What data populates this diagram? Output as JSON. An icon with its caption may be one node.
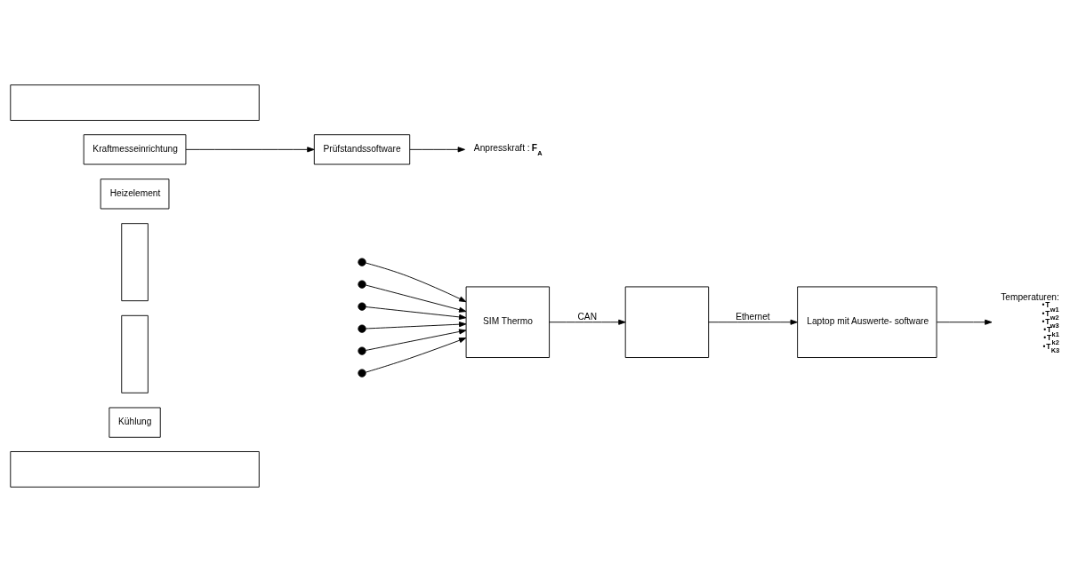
{
  "diagram": {
    "nodes": [
      {
        "text": [],
        "shape": "box"
      },
      {
        "text": [
          "Kraftmesseinrichtung"
        ]
      },
      {
        "text": [
          "Prüfstandssoftware"
        ]
      },
      {
        "text": [
          "Anpresskraft : **F$_{A}$**"
        ]
      },
      {
        "text": [
          "Heizelement"
        ]
      },
      {
        "text": [],
        "shape": "box"
      },
      {
        "text": [],
        "shape": "box"
      },
      {
        "text": [],
        "shape": "circle"
      },
      {
        "text": [],
        "shape": "circle"
      },
      {
        "text": [],
        "shape": "circle"
      },
      {
        "text": [],
        "shape": "circle"
      },
      {
        "text": [],
        "shape": "circle"
      },
      {
        "text": [],
        "shape": "circle"
      },
      {
        "text": [
          "SIM Thermo"
        ]
      },
      {
        "text": [],
        "shape": "box"
      },
      {
        "text": [
          "Laptop mit Auswerte- software"
        ]
      },
      {
        "text": [
          "Temperaturen:"
        ],
        "beside": [
          "•**T$_{w1}$**",
          "•**T$_{w2}$**",
          "•**T$_{w3}$**",
          "•**T$_{k1}$**",
          "•**T$_{k2}$**",
          "•**T$_{K3}$**"
        ]
      },
      {
        "text": [
          "Kühlung"
        ]
      },
      {
        "text": [],
        "shape": "box"
      }
    ],
    "edges": [
      {
        "from": 1,
        "to": 2,
        "arrow": "to"
      },
      {
        "from": 2,
        "to": 3,
        "arrow": "to"
      },
      {
        "from": 7,
        "to": 13,
        "arrow": "to"
      },
      {
        "from": 8,
        "to": 13,
        "arrow": "to"
      },
      {
        "from": 9,
        "to": 13,
        "arrow": "to"
      },
      {
        "from": 10,
        "to": 13,
        "arrow": "to"
      },
      {
        "from": 11,
        "to": 13,
        "arrow": "to"
      },
      {
        "from": 12,
        "to": 13,
        "arrow": "to"
      },
      {
        "from": 13,
        "to": 14,
        "arrow": "to",
        "label": "CAN"
      },
      {
        "from": 14,
        "to": 15,
        "arrow": "to",
        "label": "Ethernet"
      },
      {
        "from": 15,
        "to": 16,
        "arrow": "to"
      }
    ]
  }
}
